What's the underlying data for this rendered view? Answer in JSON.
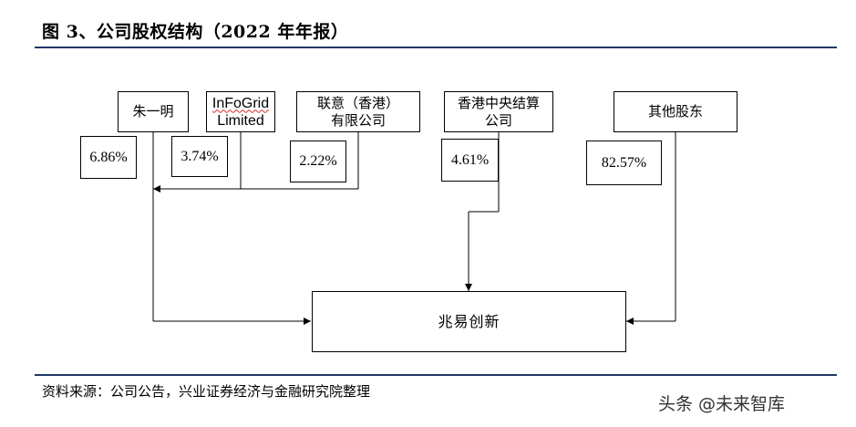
{
  "figure": {
    "title": "图 3、公司股权结构（2022 年年报）"
  },
  "shareholders": [
    {
      "name_lines": [
        "朱一明"
      ],
      "share": "6.86%"
    },
    {
      "name_lines": [
        "InFoGrid",
        "Limited"
      ],
      "share": "3.74%"
    },
    {
      "name_lines": [
        "联意（香港）",
        "有限公司"
      ],
      "share": "2.22%"
    },
    {
      "name_lines": [
        "香港中央结算",
        "公司"
      ],
      "share": "4.61%"
    },
    {
      "name_lines": [
        "其他股东"
      ],
      "share": "82.57%"
    }
  ],
  "company": {
    "name": "兆易创新"
  },
  "footer": {
    "source": "资料来源：公司公告，兴业证券经济与金融研究院整理",
    "watermark": "头条 @未来智库"
  },
  "colors": {
    "rule": "#1f3864",
    "spellcheck_underline": "#d62b2b",
    "line": "#000000"
  }
}
